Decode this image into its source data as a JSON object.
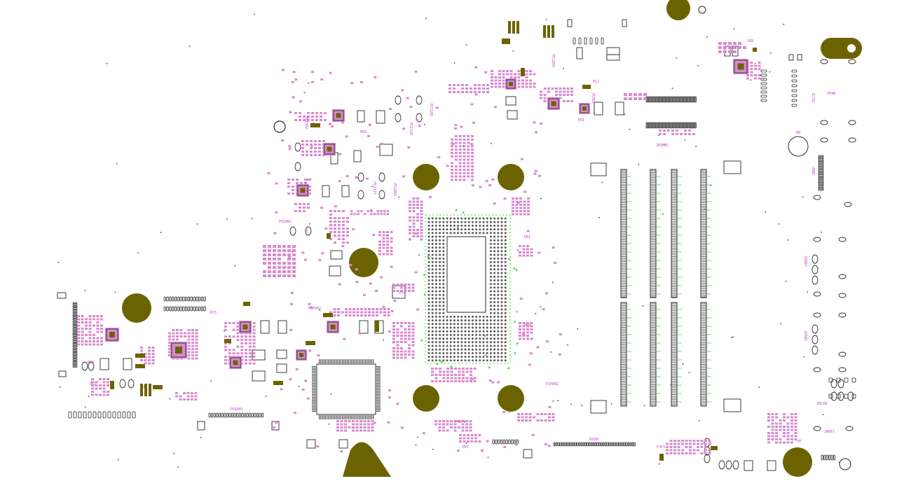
{
  "colors": {
    "background": "#ffffff",
    "outline": "#2a2a2a",
    "pad": "#d98ad0",
    "label": "#c040c0",
    "mount": "#6b6300",
    "via": "#3ccf3c"
  },
  "labels": {
    "pc1128": "PC1128",
    "pc1101": "PC1101",
    "pc1127": "PC1127",
    "pc1002": "PC1002",
    "pq1002": "PQ1002",
    "pr1502": "PR1502",
    "pc1803": "PC1803",
    "pd1": "PD1",
    "pjp902": "PJP902",
    "pd5": "PD5",
    "pu1601": "PU1601",
    "pjp3": "PJP3",
    "pc801": "PC801",
    "pjp802": "PJP802",
    "ju201": "JU201",
    "jdimm1": "JDIMM1",
    "jkb1": "JKB1",
    "jlcd1": "JLCD1",
    "jusb3": "JUSB3",
    "jusb2": "JUSB2",
    "h8": "H8",
    "h7": "H7",
    "pc1": "PC1",
    "pl1": "PL1",
    "pc2": "PC2",
    "pr1": "PR1",
    "pr3": "PR3",
    "pr5": "PR5",
    "ju9": "JU9",
    "jfan": "JFAN",
    "jbat1": "JBAT1",
    "pc5": "PC5",
    "pc6": "PC6",
    "pr7": "PR7",
    "jdcin": "JDCIN"
  }
}
